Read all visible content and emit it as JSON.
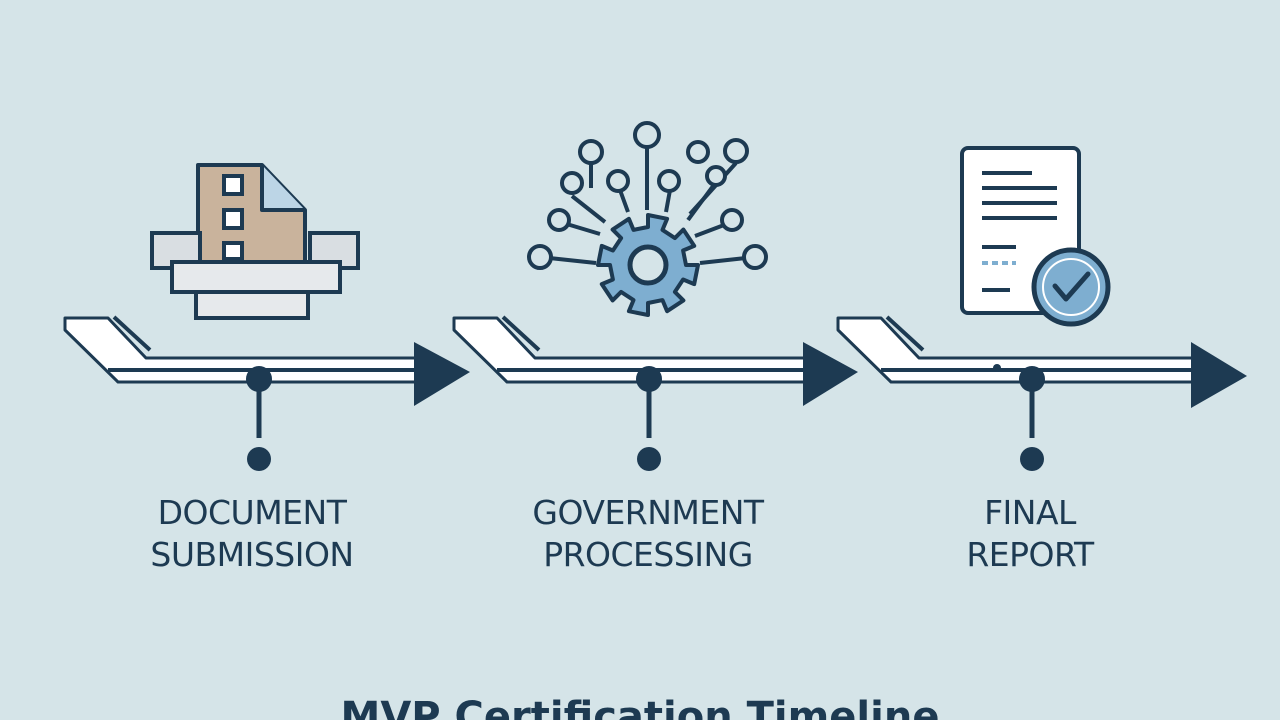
{
  "stages": [
    {
      "line1": "DOCUMENT",
      "line2": "SUBMISSION",
      "icon": "printer-icon"
    },
    {
      "line1": "GOVERNMENT",
      "line2": "PROCESSING",
      "icon": "gear-network-icon"
    },
    {
      "line1": "FINAL",
      "line2": "REPORT",
      "icon": "report-check-icon"
    }
  ],
  "footer": {
    "title": "MVP Certification Timeline"
  },
  "colors": {
    "background": "#d5e4e8",
    "navy": "#1d3a52",
    "accent_blue": "#7eaed0",
    "paper_tan": "#c9b39c",
    "white": "#ffffff"
  }
}
